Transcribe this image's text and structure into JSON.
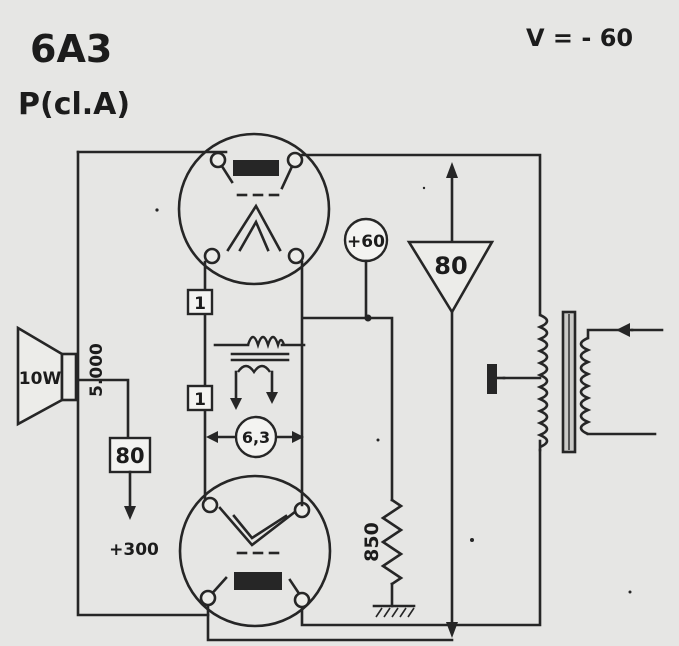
{
  "tube_type": "6A3",
  "operating_class": "P(cl.A)",
  "grid_bias": "V = - 60",
  "speaker_power": "10W",
  "primary_impedance": "5.000",
  "screen_resistor_label": "80",
  "plate_supply": "+300",
  "bias_tap": "+60",
  "triangle_value": "80",
  "filament_voltage": "6,3",
  "filament_mark_top": "1",
  "filament_mark_bottom": "1",
  "cathode_resistor": "850"
}
